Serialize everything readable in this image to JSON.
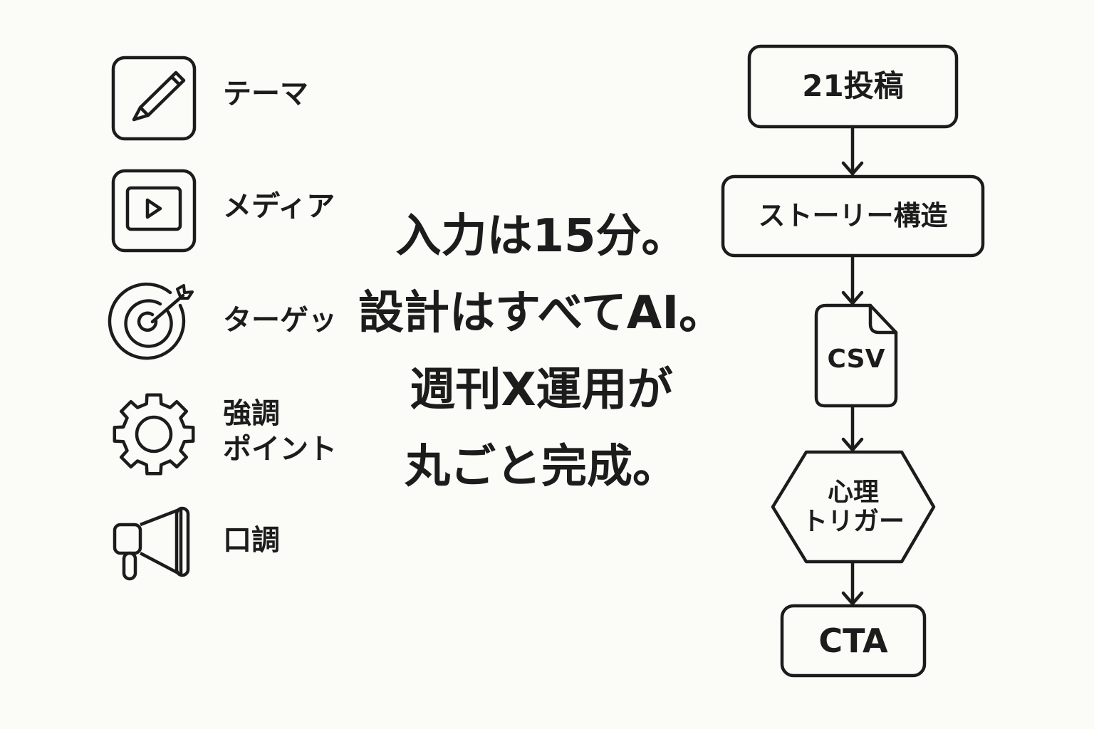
{
  "inputs": [
    {
      "icon": "pencil-icon",
      "label": "テーマ"
    },
    {
      "icon": "play-video-icon",
      "label": "メディア"
    },
    {
      "icon": "target-arrow-icon",
      "label": "ターゲッ"
    },
    {
      "icon": "gear-icon",
      "label_lines": [
        "強調",
        "ポイント"
      ]
    },
    {
      "icon": "megaphone-icon",
      "label": "口調"
    }
  ],
  "headline": {
    "lines": [
      "入力は15分。",
      "設計はすべてAI。",
      "週刊X運用が",
      "丸ごと完成。"
    ]
  },
  "flow": {
    "nodes": [
      {
        "shape": "rounded-rect",
        "label": "21投稿"
      },
      {
        "shape": "rounded-rect",
        "label": "ストーリー構造"
      },
      {
        "shape": "document",
        "label": "CSV"
      },
      {
        "shape": "hexagon",
        "label_lines": [
          "心理",
          "トリガー"
        ]
      },
      {
        "shape": "rounded-rect",
        "label": "CTA"
      }
    ]
  },
  "colors": {
    "background": "#fbfbf7",
    "ink": "#1c1c1c"
  }
}
